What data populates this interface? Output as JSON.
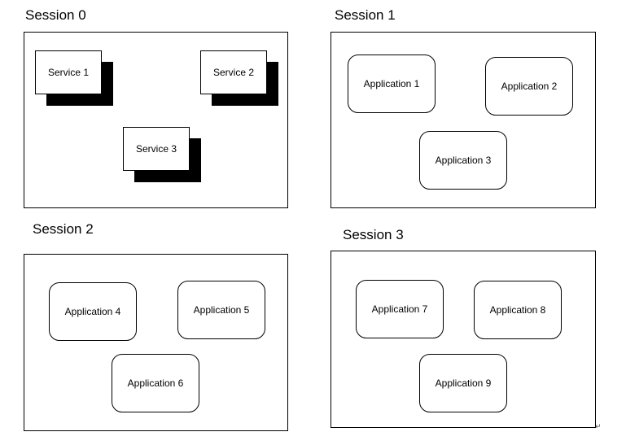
{
  "sessions": [
    {
      "title": "Session 0",
      "items": [
        "Service 1",
        "Service 2",
        "Service 3"
      ]
    },
    {
      "title": "Session 1",
      "items": [
        "Application 1",
        "Application 2",
        "Application 3"
      ]
    },
    {
      "title": "Session 2",
      "items": [
        "Application 4",
        "Application 5",
        "Application 6"
      ]
    },
    {
      "title": "Session 3",
      "items": [
        "Application 7",
        "Application 8",
        "Application 9"
      ]
    }
  ],
  "end_mark": "↵"
}
